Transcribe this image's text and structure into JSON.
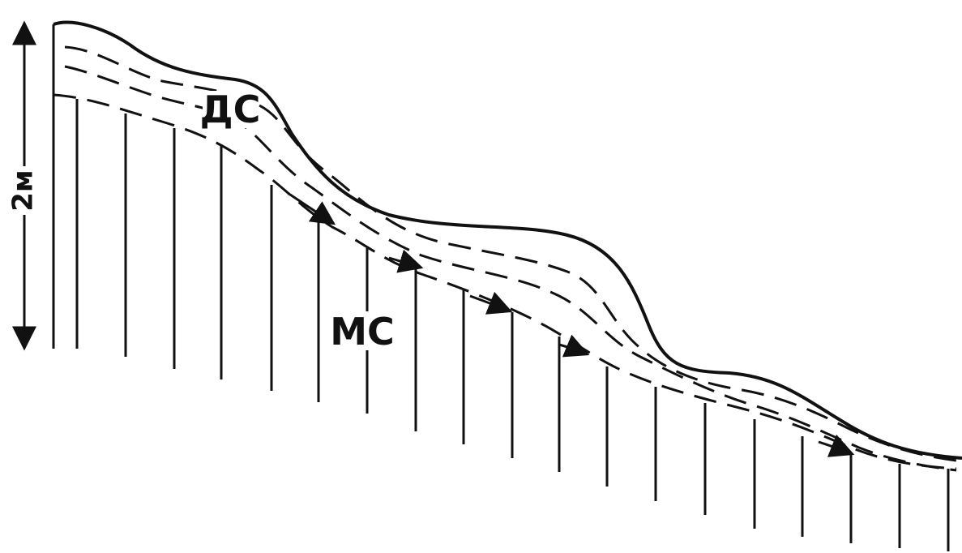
{
  "labels": {
    "upper_layer": "ДС",
    "lower_layer": "МС",
    "scale": "2м"
  },
  "colors": {
    "line": "#111111",
    "background": "#ffffff"
  }
}
